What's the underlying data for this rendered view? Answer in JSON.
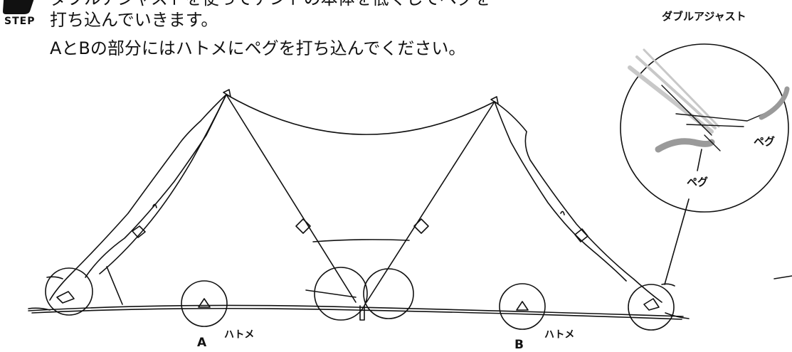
{
  "step": {
    "label": "STEP"
  },
  "instructions": {
    "line0": "ダブルアジャストを使ってテントの本体を低くしてペグを",
    "line1": "打ち込んでいきます。",
    "line2": "AとBの部分にはハトメにペグを打ち込んでください。"
  },
  "inset": {
    "title": "ダブルアジャスト",
    "peg_label_1": "ペグ",
    "peg_label_2": "ペグ"
  },
  "labels": {
    "a": "A",
    "b": "B",
    "hatome_a": "ハトメ",
    "hatome_b": "ハトメ"
  },
  "colors": {
    "line": "#111111",
    "background": "#ffffff",
    "peg_gray": "#9a9a9a",
    "rope_gray": "#c8c8c8"
  },
  "icons": {
    "step_number": "step-number-icon",
    "tent": "tent-illustration",
    "adjuster": "double-adjuster-icon"
  }
}
